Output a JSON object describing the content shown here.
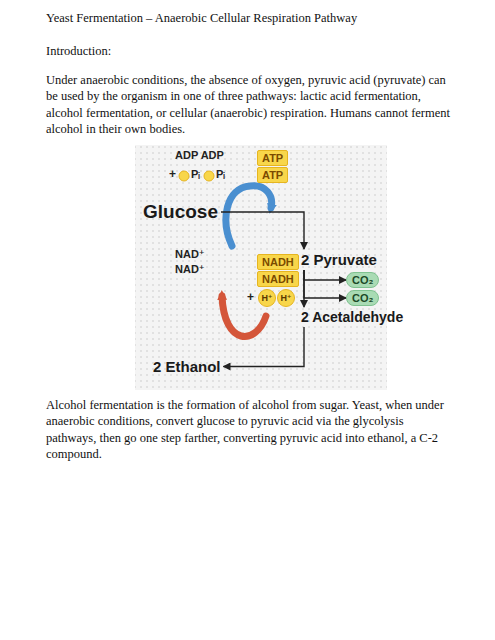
{
  "diagram": {
    "title": "Yeast Fermentation – Anaerobic Cellular Respiration Pathway",
    "nodes": [
      {
        "text": [
          "ATP"
        ]
      },
      {
        "text": [
          "ATP"
        ]
      },
      {
        "text": [
          "Glucose"
        ]
      },
      {
        "text": [
          "NADH"
        ]
      },
      {
        "text": [
          "NADH"
        ]
      },
      {
        "text": [
          "H⁺"
        ]
      },
      {
        "text": [
          "H⁺"
        ]
      },
      {
        "text": [
          "2 Pyruvate"
        ]
      },
      {
        "text": [
          "CO₂"
        ]
      },
      {
        "text": [
          "CO₂"
        ]
      },
      {
        "text": [
          "2 Acetaldehyde"
        ]
      },
      {
        "text": [
          "2 Ethanol"
        ]
      }
    ],
    "edges": [
      {
        "from": 2,
        "to": 7,
        "arrow": "to"
      },
      {
        "from": 7,
        "to": 8,
        "arrow": "to"
      },
      {
        "from": 7,
        "to": 9,
        "arrow": "to"
      },
      {
        "from": 7,
        "to": 10,
        "arrow": "to"
      },
      {
        "from": 10,
        "to": 11,
        "arrow": "to"
      }
    ],
    "labels": [
      "Introduction:",
      "Under anaerobic conditions, the absence of oxygen, pyruvic acid (pyruvate) can be used by the organism in one of three pathways: lactic acid fermentation, alcohol fermentation, or cellular (anaerobic) respiration. Humans cannot ferment alcohol in their own bodies.",
      "Alcohol fermentation is the formation of alcohol from sugar. Yeast, when under anaerobic conditions, convert glucose to pyruvic acid via the glycolysis pathways, then go one step farther, converting pyruvic acid into ethanol, a C-2 compound.",
      "ADP ADP",
      "+",
      "Pᵢ",
      "Pᵢ",
      "NAD⁺",
      "NAD⁺",
      "+"
    ]
  }
}
